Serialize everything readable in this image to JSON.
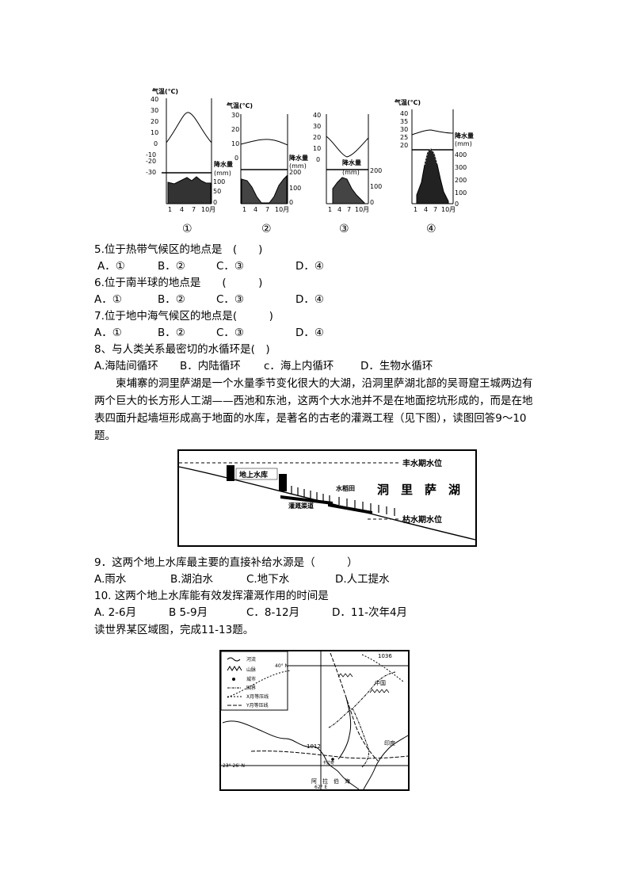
{
  "climate_charts": {
    "temp_label": "气温(℃)",
    "precip_label": "降水量",
    "precip_unit": "(mm)",
    "month_labels": [
      "1",
      "4",
      "7",
      "10月"
    ],
    "charts": [
      {
        "label": "①",
        "temp_ticks": [
          "40",
          "30",
          "20",
          "10",
          "0",
          "-10",
          "-20",
          "-30"
        ],
        "precip_ticks": [
          "100",
          "50",
          "0"
        ]
      },
      {
        "label": "②",
        "temp_ticks": [
          "30",
          "20",
          "10",
          "0"
        ],
        "precip_ticks": [
          "200",
          "100",
          "0"
        ]
      },
      {
        "label": "③",
        "temp_ticks": [
          "40",
          "30",
          "20",
          "10",
          "0"
        ],
        "precip_ticks": [
          "200",
          "100",
          "0"
        ]
      },
      {
        "label": "④",
        "temp_ticks": [
          "40",
          "35",
          "30",
          "25",
          "20"
        ],
        "precip_ticks": [
          "400",
          "300",
          "200",
          "100",
          "0"
        ]
      }
    ]
  },
  "questions": {
    "q5": {
      "stem": "5.位于热带气候区的地点是　(　　)",
      "options": [
        "A．①",
        "B．②",
        "C．③",
        "D．④"
      ]
    },
    "q6": {
      "stem": "6.位于南半球的地点是　　(　　　)",
      "options": [
        "A．①",
        "B．②",
        "C．③",
        "D．④"
      ]
    },
    "q7": {
      "stem": "7.位于地中海气候区的地点是(　　　)",
      "options": [
        "A．①",
        "B．②",
        "C．③",
        "D．④"
      ]
    },
    "q8": {
      "stem": "8、与人类关系最密切的水循环是(　)",
      "options": [
        "A.海陆间循环",
        "B．内陆循环",
        "c．海上内循环",
        "D．生物水循环"
      ]
    },
    "passage": "　　柬埔寨的洞里萨湖是一个水量季节变化很大的大湖，沿洞里萨湖北部的吴哥窟王城两边有两个巨大的长方形人工湖——西池和东池，这两个大水池并不是在地面挖坑形成的，而是在地表四面升起墙垣形成高于地面的水库，是著名的古老的灌溉工程（见下图），读图回答9～10题。",
    "q9": {
      "stem": "9．这两个地上水库最主要的直接补给水源是（　　　）",
      "options": [
        "A.雨水",
        "B.湖泊水",
        "C.地下水",
        "D.人工提水"
      ]
    },
    "q10": {
      "stem": "10. 这两个地上水库能有效发挥灌溉作用的时间是",
      "options": [
        "A. 2-6月",
        "B 5-9月",
        "C．8-12月",
        "D．11-次年4月"
      ]
    },
    "intro_11_13": "读世界某区域图，完成11-13题。"
  },
  "reservoir_diagram": {
    "high_water": "丰水期水位",
    "low_water": "枯水期水位",
    "reservoir": "地上水库",
    "paddy": "水稻田",
    "lake": "洞　里　萨　湖",
    "channel": "灌溉渠道"
  },
  "region_map": {
    "legend": [
      "河流",
      "山脉",
      "城市",
      "国界",
      "X月等压线",
      "Y月等压线"
    ],
    "labels": {
      "lat40": "40° N",
      "lat23": "23° 26′ N",
      "lon62": "62° E",
      "china": "中国",
      "india": "印度",
      "sea": "阿　拉　伯　海",
      "isobar1036": "1036",
      "isobar1012": "1012",
      "city": "卡拉奇"
    }
  }
}
